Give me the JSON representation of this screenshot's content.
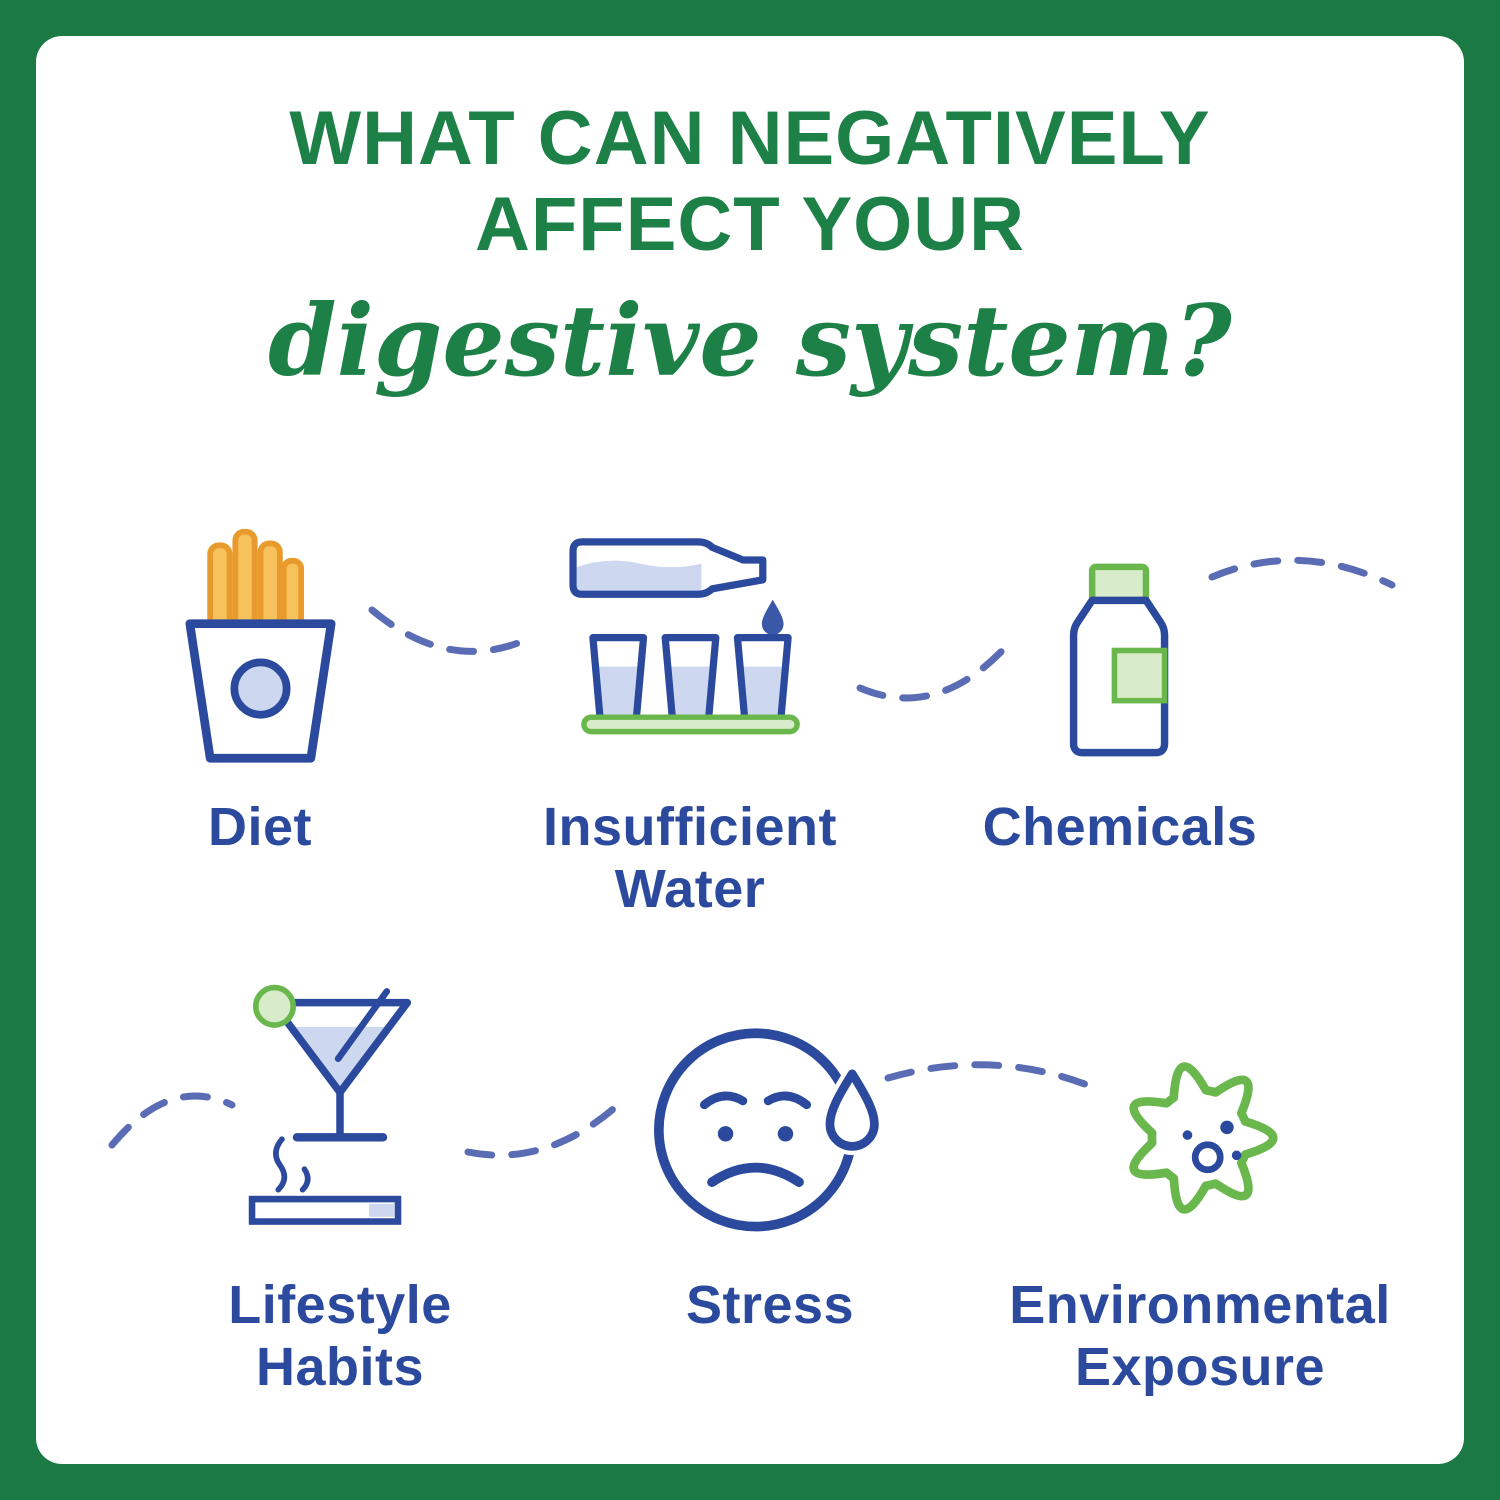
{
  "title": {
    "line1": "WHAT CAN NEGATIVELY",
    "line2": "AFFECT YOUR",
    "script": "digestive system?"
  },
  "items": [
    {
      "label": "Diet",
      "icon": "fries-icon"
    },
    {
      "label": "Insufficient\nWater",
      "icon": "water-bottle-glasses-icon"
    },
    {
      "label": "Chemicals",
      "icon": "pill-bottle-icon"
    },
    {
      "label": "Lifestyle\nHabits",
      "icon": "martini-cigarette-icon"
    },
    {
      "label": "Stress",
      "icon": "stressed-face-icon"
    },
    {
      "label": "Environmental\nExposure",
      "icon": "germ-icon"
    }
  ],
  "colors": {
    "frame_green": "#1b7a43",
    "title_green": "#1c8047",
    "label_blue": "#2b4a9e",
    "icon_blue": "#2b4a9e",
    "icon_fill_light_blue": "#cdd8f0",
    "accent_green": "#6ab84d",
    "accent_green_fill": "#d9ecc9",
    "fries_orange": "#eda22d",
    "fries_fill": "#f7c15c",
    "connector_blue": "#5a6cb4"
  }
}
